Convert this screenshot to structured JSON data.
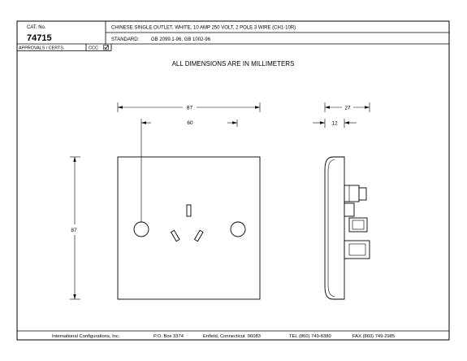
{
  "title_block": {
    "cat_no_label": "CAT. No.",
    "cat_no": "74715",
    "description": "CHINESE SINGLE OUTLET, WHITE, 10 AMP 250 VOLT, 2 POLE 3 WIRE (CH1-10R)",
    "standard_label": "STANDARD:",
    "standard_value": "GB 2099.1-96, GB 1002-96",
    "approvals_label": "APPROVALS / CERTS.",
    "certifications": [
      {
        "name": "CCC",
        "checked": true
      }
    ]
  },
  "drawing": {
    "note": "ALL DIMENSIONS ARE IN MILLIMETERS",
    "front_view": {
      "overall_width_dim": "87",
      "overall_height_dim": "87",
      "hole_centers_dim": "60"
    },
    "side_view": {
      "overall_depth_dim": "27",
      "plate_thickness_dim": "12"
    }
  },
  "footer": {
    "company": "International Configurations, Inc.",
    "po_box": "P.O. Box 3374",
    "address": "Enfield, Connecticut  06083",
    "tel": "TEL (860) 749-8380",
    "fax": "FAX (860) 749-2985"
  },
  "colors": {
    "line": "#000000",
    "background": "#ffffff"
  }
}
